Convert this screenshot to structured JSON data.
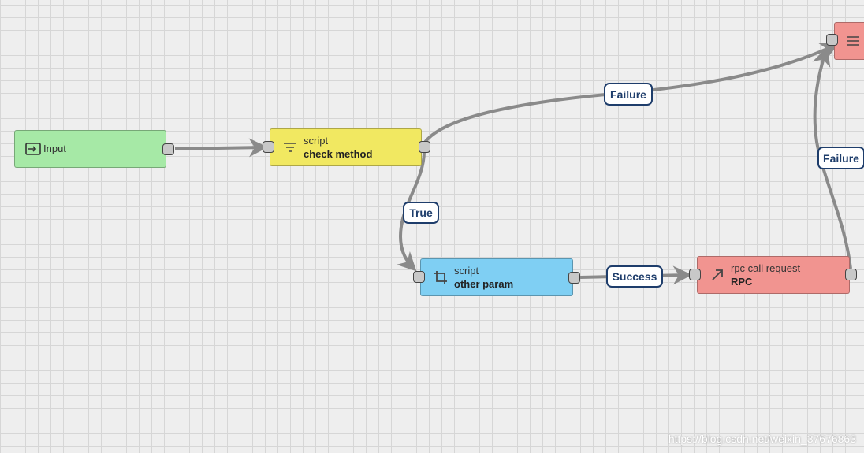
{
  "colors": {
    "input_node": "#a6e9a6",
    "script_node_yellow": "#f1e861",
    "script_node_blue": "#7fcff3",
    "rpc_node_red": "#f19490",
    "edge": "#8a8a8a",
    "label_border": "#1e3d6b"
  },
  "nodes": {
    "input": {
      "label": "Input",
      "icon": "input-icon"
    },
    "check_method": {
      "type": "script",
      "name": "check method",
      "icon": "filter-icon"
    },
    "other_param": {
      "type": "script",
      "name": "other param",
      "icon": "crop-transform-icon"
    },
    "rpc": {
      "type": "rpc call request",
      "name": "RPC",
      "icon": "arrow-up-right-icon"
    },
    "partial_right": {
      "icon": "menu-lines-icon"
    }
  },
  "edges": {
    "input_to_check": "",
    "check_true": "True",
    "check_failure": "Failure",
    "other_success": "Success",
    "rpc_failure": "Failure"
  },
  "watermark": "https://blog.csdn.net/weixin_37676863"
}
